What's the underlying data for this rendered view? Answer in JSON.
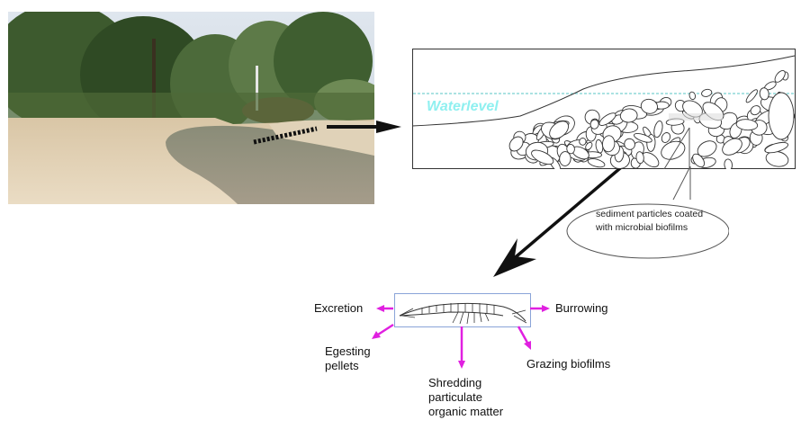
{
  "figure": {
    "photo": {
      "subject": "sandy-creek-bed-with-shallow-stream",
      "marker": "dashed-transect-line"
    },
    "cross_section": {
      "waterlevel_label": "Waterlevel",
      "waterlevel_color": "#8ff0f0",
      "callout_text_line1": "sediment particles coated",
      "callout_text_line2": "with microbial biofilms"
    },
    "amphipod": {
      "box_border_color": "#8aa4d8",
      "arrow_color": "#e020e0",
      "activities": {
        "excretion": "Excretion",
        "burrowing": "Burrowing",
        "egesting_line1": "Egesting",
        "egesting_line2": "pellets",
        "grazing": "Grazing biofilms",
        "shredding_line1": "Shredding",
        "shredding_line2": "particulate",
        "shredding_line3": "organic matter"
      }
    }
  }
}
